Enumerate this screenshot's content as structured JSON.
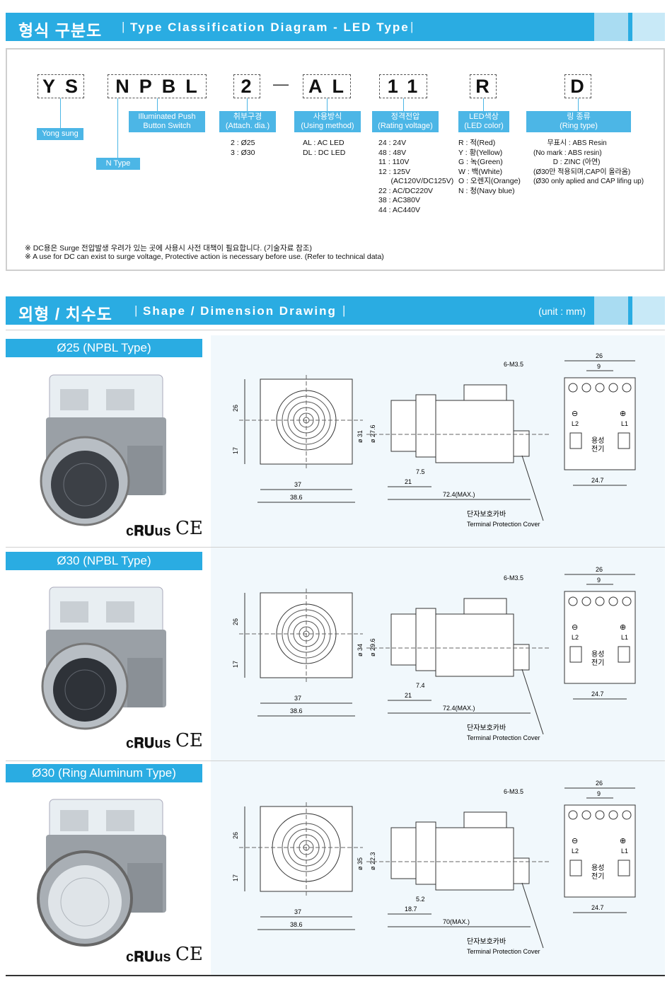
{
  "section1": {
    "title_ko": "형식 구분도",
    "title_en": "Type Classification Diagram - LED Type"
  },
  "code": {
    "boxes": [
      "YS",
      "NPBL",
      "2",
      "AL",
      "11",
      "R",
      "D"
    ],
    "dash": "—"
  },
  "labels": {
    "yongsung": "Yong sung",
    "ntype": "N Type",
    "illum": [
      "Illuminated Push",
      "Button Switch"
    ],
    "attach": [
      "취부구경",
      "(Attach. dia.)"
    ],
    "using": [
      "사용방식",
      "(Using method)"
    ],
    "rating": [
      "정격전압",
      "(Rating voltage)"
    ],
    "ledcolor": [
      "LED색상",
      "(LED color)"
    ],
    "ring": [
      "링 종류",
      "(Ring type)"
    ]
  },
  "options": {
    "attach": "2 : Ø25\n3 : Ø30",
    "using": "AL : AC LED\nDL : DC LED",
    "rating": "24 : 24V\n48 : 48V\n11 : 110V\n12 : 125V\n      (AC120V/DC125V)\n22 : AC/DC220V\n38 : AC380V\n44 : AC440V",
    "ledcolor": "R : 적(Red)\nY : 황(Yellow)\nG : 녹(Green)\nW : 백(White)\nO : 오렌지(Orange)\nN : 청(Navy blue)",
    "ring": "       무표시 : ABS Resin\n(No mark : ABS resin)\n          D : ZINC (아연)\n(Ø30만 적용되며,CAP이 올라옴)\n(Ø30 only aplied and CAP lifing up)"
  },
  "notes": {
    "ko": "※  DC용은 Surge 전압발생 우려가 있는 곳에 사용시 사전 대책이 필요합니다. (기술자료 참조)",
    "en": "※  A use for DC can exist to surge voltage, Protective action is necessary before use. (Refer to technical data)"
  },
  "section2": {
    "title_ko": "외형 / 치수도",
    "title_en": "Shape / Dimension Drawing",
    "unit": "(unit : mm)"
  },
  "products": [
    {
      "title": "Ø25 (NPBL Type)",
      "dims": {
        "h_top": "26",
        "h_bot": "17",
        "w_inner": "37",
        "w_outer": "38.6",
        "dia_outer": "ø 31",
        "dia_inner": "ø 27.6",
        "d_small": "7.5",
        "d_mid": "21",
        "d_total": "72.4(MAX.)",
        "screw": "6-M3.5",
        "t_width": "26",
        "t_pitch": "9",
        "t_base": "24.7"
      }
    },
    {
      "title": "Ø30 (NPBL Type)",
      "dims": {
        "h_top": "26",
        "h_bot": "17",
        "w_inner": "37",
        "w_outer": "38.6",
        "dia_outer": "ø 34",
        "dia_inner": "ø 29.6",
        "d_small": "7.4",
        "d_mid": "21",
        "d_total": "72.4(MAX.)",
        "screw": "6-M3.5",
        "t_width": "26",
        "t_pitch": "9",
        "t_base": "24.7"
      }
    },
    {
      "title": "Ø30 (Ring Aluminum Type)",
      "dims": {
        "h_top": "26",
        "h_bot": "17",
        "w_inner": "37",
        "w_outer": "38.6",
        "dia_outer": "ø 35",
        "dia_inner": "ø 22.3",
        "d_small": "5.2",
        "d_mid": "18.7",
        "d_total": "70(MAX.)",
        "screw": "6-M3.5",
        "t_width": "26",
        "t_pitch": "9",
        "t_base": "24.7"
      }
    }
  ],
  "drawing_text": {
    "cover_ko": "단자보호카바",
    "cover_en": "Terminal Protection Cover",
    "minus": "⊖",
    "plus": "⊕",
    "l2": "L2",
    "l1": "L1",
    "brand1": "용성",
    "brand2": "전기"
  },
  "cert": {
    "ul": "c𝐑𝐔us",
    "ce": "CE"
  },
  "colors": {
    "accent": "#2aace2",
    "light": "#a9dcf2",
    "label": "#4cb6e6",
    "drawbg": "#f1f8fc"
  }
}
